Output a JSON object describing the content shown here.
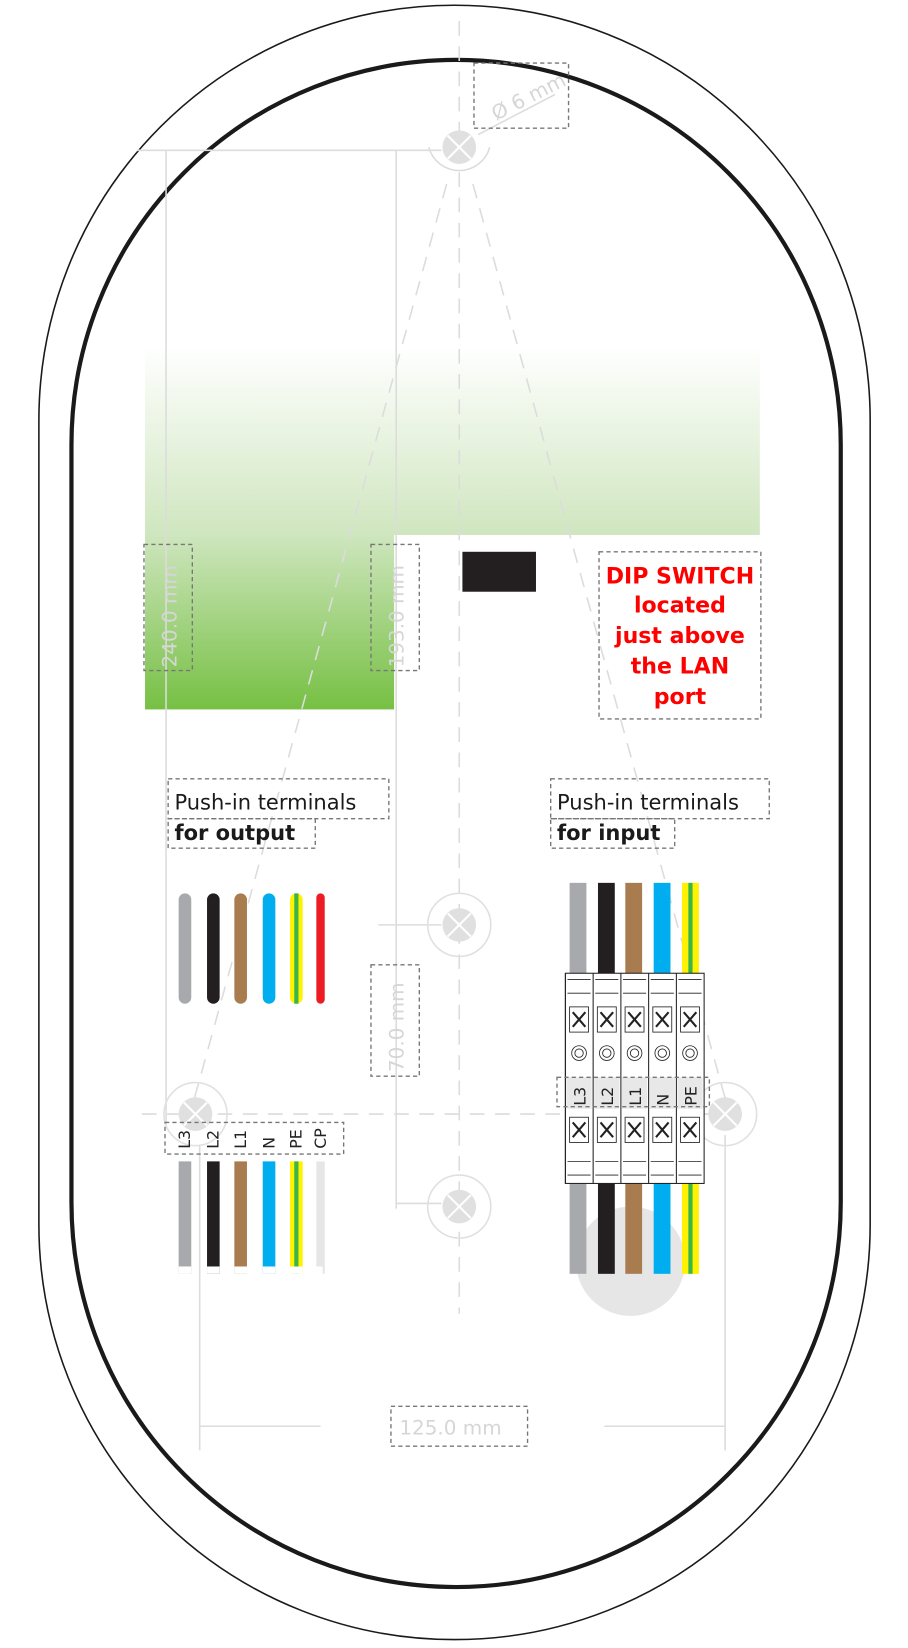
{
  "dimensions": {
    "hole_diameter": "Ø 6 mm",
    "height_outer": "240.0 mm",
    "height_inner": "193.0 mm",
    "spacing_vertical": "70.0 mm",
    "width": "125.0 mm"
  },
  "dip_note": {
    "lines": [
      "DIP SWITCH",
      "located",
      "just above",
      "the LAN",
      "port"
    ],
    "color": "#ff0000"
  },
  "output_label": {
    "line1": "Push-in terminals",
    "line2": "for output"
  },
  "input_label": {
    "line1": "Push-in terminals",
    "line2": "for input"
  },
  "output_terminals": [
    "L3",
    "L2",
    "L1",
    "N",
    "PE",
    "CP"
  ],
  "input_terminals": [
    "L3",
    "L2",
    "L1",
    "N",
    "PE"
  ],
  "wire_colors": {
    "L3": "#a7a9ac",
    "L2": "#231f20",
    "L1": "#a97c50",
    "N": "#00aeef",
    "PE": "#fff200",
    "PE_stripe": "#39b54a",
    "CP_top": "#ed1c24",
    "CP_bottom": "#e6e6e6"
  },
  "highlight_color": "#76c043"
}
